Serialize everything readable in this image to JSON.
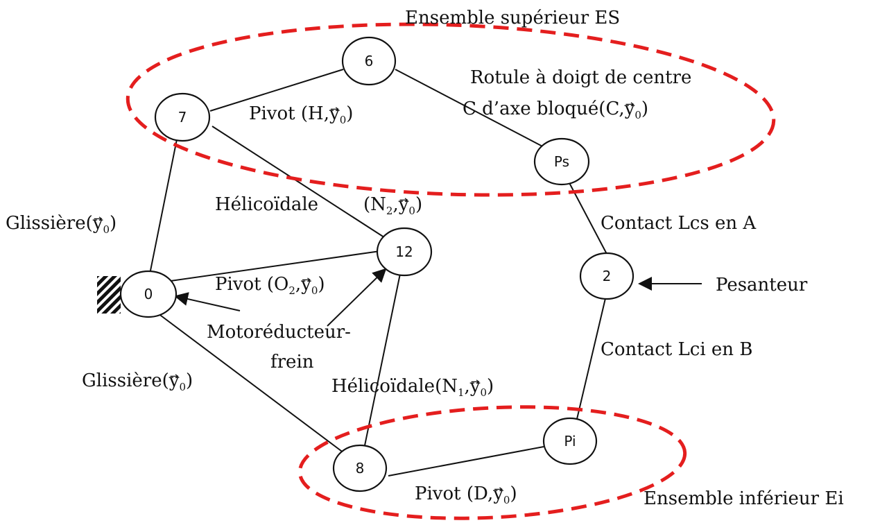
{
  "groups": {
    "upper": "Ensemble supérieur ES",
    "lower": "Ensemble inférieur Ei"
  },
  "nodes": {
    "n0": "0",
    "n2": "2",
    "n6": "6",
    "n7": "7",
    "n8": "8",
    "n12": "12",
    "ps": "Ps",
    "pi": "Pi"
  },
  "links": {
    "pivot_h": {
      "name": "Pivot",
      "point": "H"
    },
    "rotule": {
      "line1": "Rotule à doigt de centre",
      "line2_prefix": "C d’axe  bloqué",
      "point": "C"
    },
    "glissiere_top": {
      "name": "Glissière"
    },
    "helicoidale_top": {
      "name": "Hélicoïdale",
      "point": "N",
      "sub": "2"
    },
    "pivot_o2": {
      "name": "Pivot",
      "point": "O",
      "sub": "2"
    },
    "motor": {
      "line1": "Motoréducteur-",
      "line2": "frein"
    },
    "glissiere_bottom": {
      "name": "Glissière"
    },
    "helicoidale_bottom": {
      "name": "Hélicoïdale",
      "point": "N",
      "sub": "1"
    },
    "contact_a": "Contact Lcs en A",
    "contact_b": "Contact Lci en B",
    "pesanteur": "Pesanteur",
    "pivot_d": {
      "name": "Pivot",
      "point": "D"
    }
  },
  "vector": {
    "symbol": "y",
    "sub": "0"
  },
  "colors": {
    "group_outline": "#e41e1e",
    "lines": "#111111"
  }
}
